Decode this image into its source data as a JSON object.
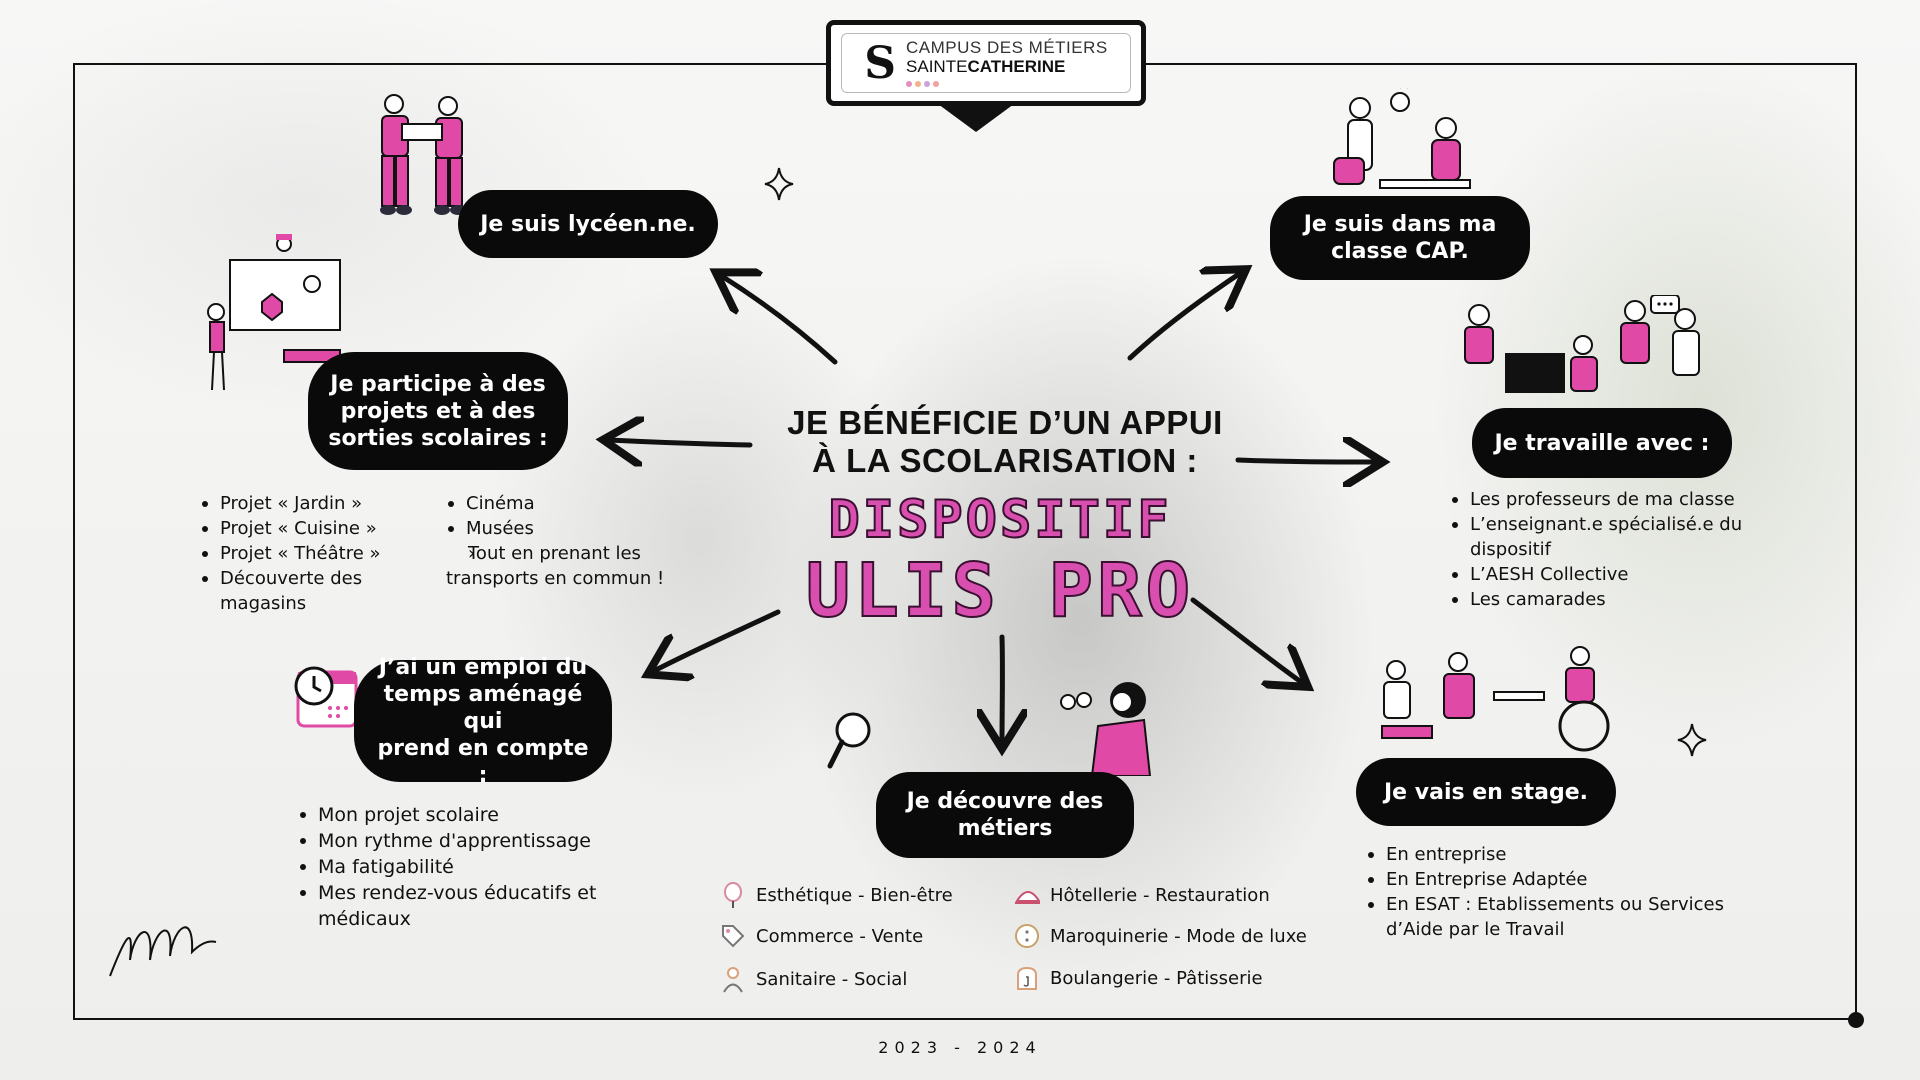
{
  "logo": {
    "line1": "CAMPUS DES MÉTIERS",
    "line2_a": "SAINTE",
    "line2_b": "CATHERINE",
    "mark": "S",
    "dot_colors": [
      "#e58fc0",
      "#f0b38a",
      "#c9a3d9",
      "#f2a0a0"
    ]
  },
  "center": {
    "heading_line1": "JE BÉNÉFICIE D’UN APPUI",
    "heading_line2": "À LA SCOLARISATION :",
    "title_line1": "DISPOSITIF",
    "title_line2": "ULIS PRO"
  },
  "colors": {
    "accent": "#d94fb0",
    "bubble": "#0a0a0a"
  },
  "bubbles": {
    "lyceen": "Je suis lycéen.ne.",
    "cap_line1": "Je suis dans ma",
    "cap_line2": "classe CAP.",
    "projets_line1": "Je participe à des",
    "projets_line2": "projets et à des",
    "projets_line3": "sorties scolaires :",
    "travaille": "Je travaille avec :",
    "emploi_line1": "J’ai un emploi du",
    "emploi_line2": "temps aménagé qui",
    "emploi_line3": "prend en compte :",
    "metiers_line1": "Je découvre des",
    "metiers_line2": "métiers",
    "stage": "Je vais en stage."
  },
  "projets_list_left": [
    "Projet « Jardin »",
    "Projet « Cuisine »",
    "Projet « Théâtre »",
    "Découverte des magasins"
  ],
  "projets_list_right": [
    "Cinéma",
    "Musées"
  ],
  "projets_list_chevron": "Tout en prenant les transports en commun !",
  "travaille_list": [
    "Les professeurs de ma classe",
    "L’enseignant.e spécialisé.e du dispositif",
    "L’AESH Collective",
    "Les camarades"
  ],
  "emploi_list": [
    "Mon projet scolaire",
    "Mon rythme d'apprentissage",
    "Ma fatigabilité",
    "Mes rendez-vous éducatifs et médicaux"
  ],
  "stage_list": [
    "En entreprise",
    "En Entreprise Adaptée",
    "En ESAT : Etablissements ou Services d’Aide par le Travail"
  ],
  "trades": [
    {
      "label": "Esthétique - Bien-être",
      "icon": "mirror-icon"
    },
    {
      "label": "Commerce - Vente",
      "icon": "price-tag-icon"
    },
    {
      "label": "Sanitaire - Social",
      "icon": "person-icon"
    },
    {
      "label": "Hôtellerie - Restauration",
      "icon": "cloche-icon"
    },
    {
      "label": "Maroquinerie - Mode de luxe",
      "icon": "button-icon"
    },
    {
      "label": "Boulangerie - Pâtisserie",
      "icon": "bread-icon"
    }
  ],
  "footer": {
    "years": "2023 - 2024"
  }
}
